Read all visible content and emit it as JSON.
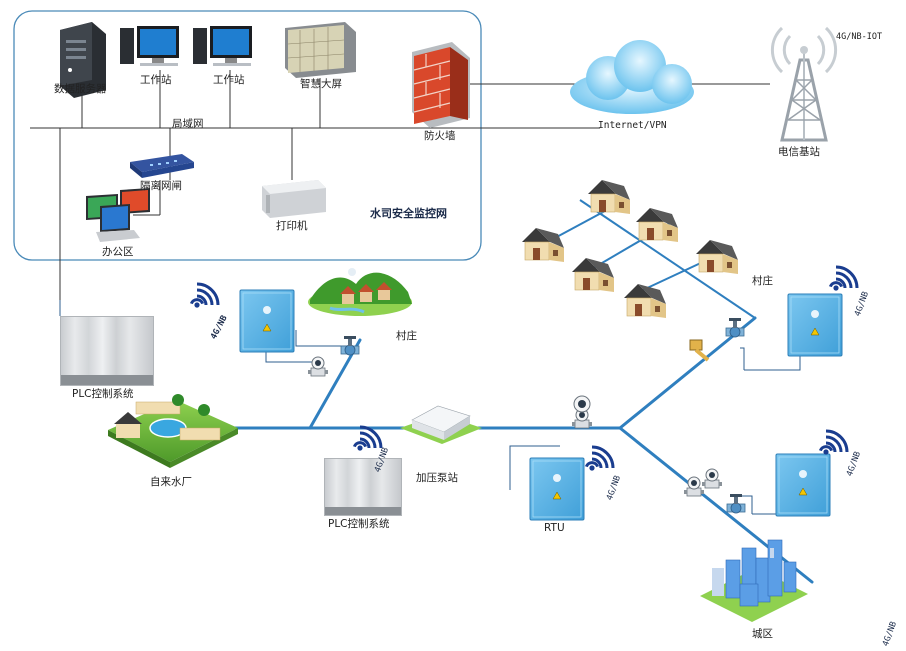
{
  "title": "水司安全监控网",
  "lan": {
    "data_server": "数据服务器",
    "workstation_1": "工作站",
    "workstation_2": "工作站",
    "smart_screen": "智慧大屏",
    "lan_label": "局域网",
    "firewall": "防火墙",
    "gateway": "隔离网闸",
    "printer": "打印机",
    "office": "办公区"
  },
  "network": {
    "internet": "Internet/VPN",
    "base_station": "电信基站",
    "base_station_tag": "4G/NB-IOT"
  },
  "field": {
    "plc_1": "PLC控制系统",
    "water_plant": "自来水厂",
    "village_1": "村庄",
    "village_2": "村庄",
    "pump_station": "加压泵站",
    "plc_2": "PLC控制系统",
    "rtu": "RTU",
    "city": "城区",
    "tag_1": "4G/NB",
    "tag_2": "4G/NB",
    "tag_3": "4G/NB",
    "tag_4": "4G/NB",
    "tag_5": "4G/NB",
    "tag_6": "4G/NB"
  },
  "colors": {
    "pipe": "#2f7fbf",
    "cabinet": "#5cb3e8",
    "frame": "#4a8ab8",
    "signal": "#1a3d8f",
    "roof": "#3a3a3a",
    "wall": "#e9d7a3"
  }
}
